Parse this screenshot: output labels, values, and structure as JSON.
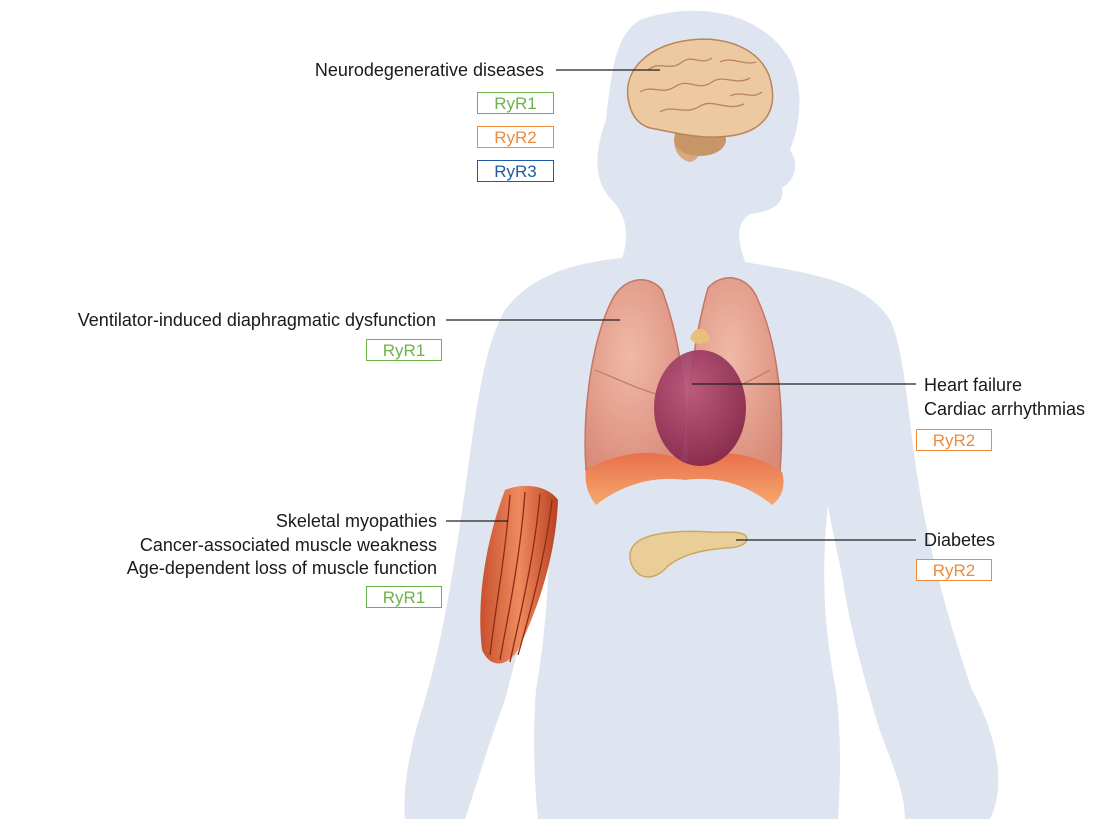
{
  "colors": {
    "silhouette": "#dfe4f1",
    "ryr1": "#6db24a",
    "ryr2": "#ec8b3c",
    "ryr3": "#1e5aa6",
    "leader": "#222222"
  },
  "annotations": {
    "brain": {
      "lines": [
        "Neurodegenerative diseases"
      ],
      "tags": [
        "RyR1",
        "RyR2",
        "RyR3"
      ]
    },
    "diaphragm": {
      "lines": [
        "Ventilator-induced diaphragmatic dysfunction"
      ],
      "tags": [
        "RyR1"
      ]
    },
    "heart": {
      "lines": [
        "Heart failure",
        "Cardiac arrhythmias"
      ],
      "tags": [
        "RyR2"
      ]
    },
    "muscle": {
      "lines": [
        "Skeletal myopathies",
        "Cancer-associated muscle weakness",
        "Age-dependent loss of muscle function"
      ],
      "tags": [
        "RyR1"
      ]
    },
    "pancreas": {
      "lines": [
        "Diabetes"
      ],
      "tags": [
        "RyR2"
      ]
    }
  }
}
